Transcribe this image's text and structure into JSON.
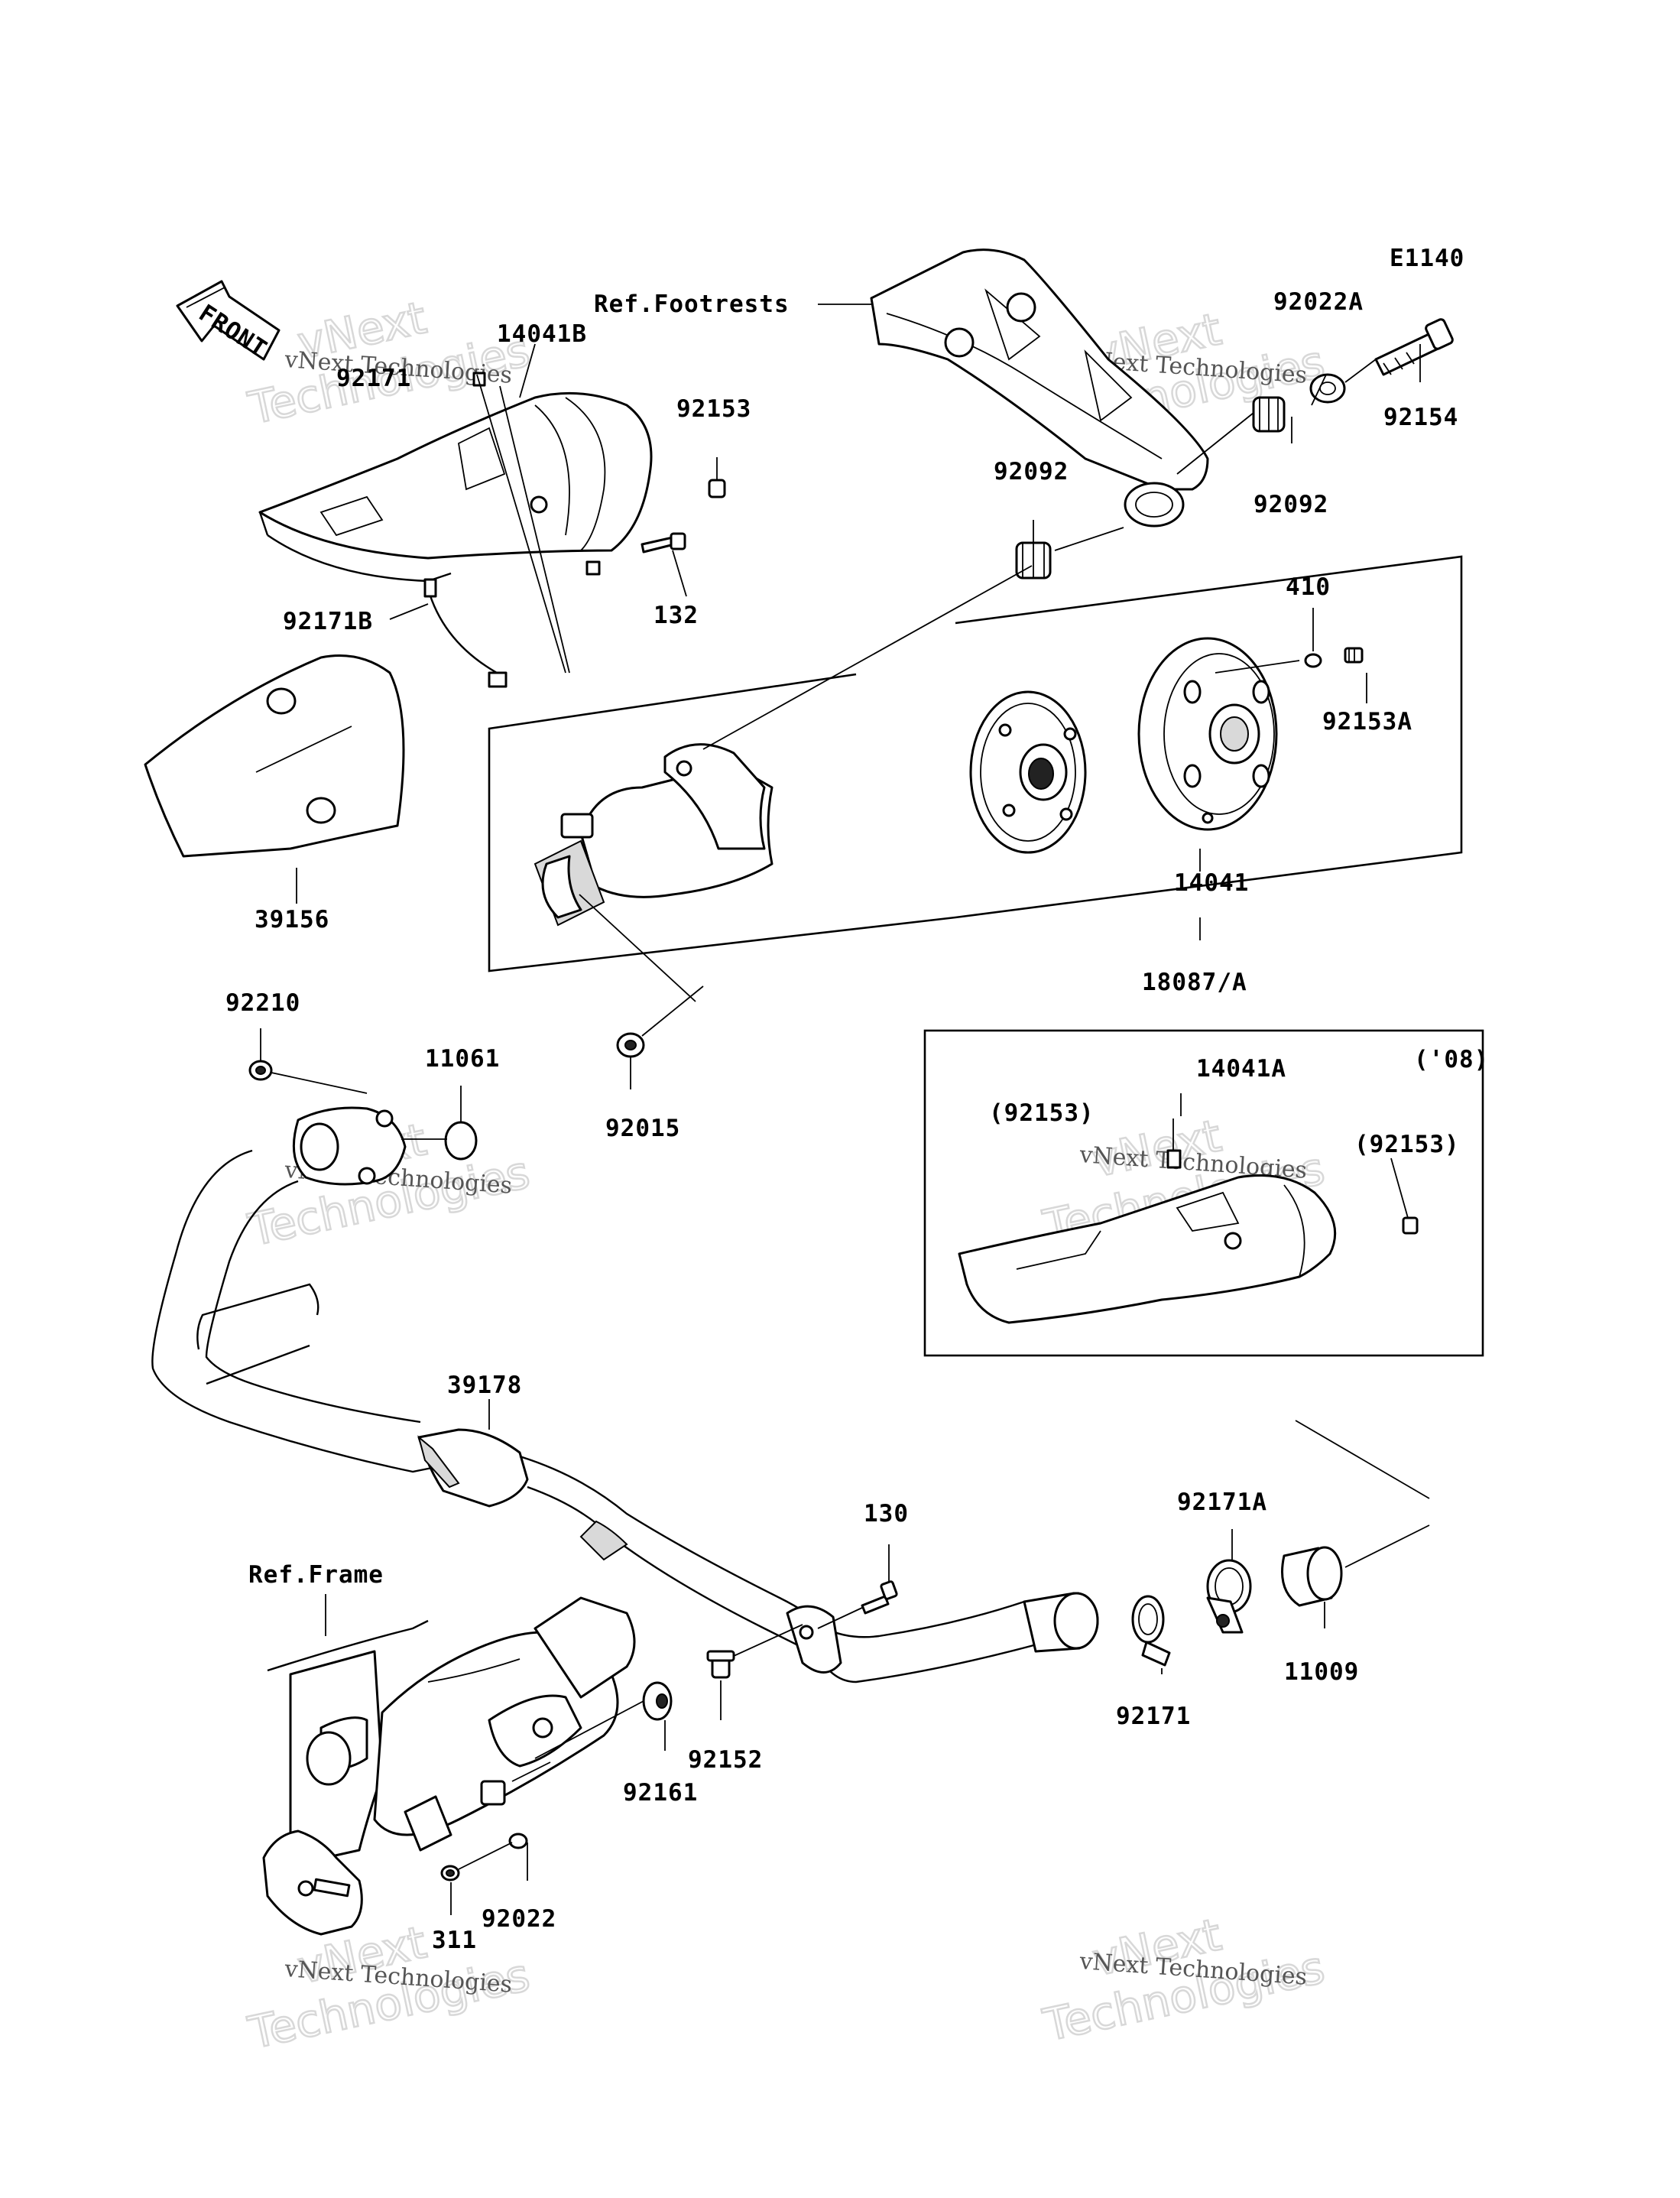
{
  "diagram_code": "E1140",
  "front_label": "FRONT",
  "references": {
    "footrests": "Ref.Footrests",
    "frame": "Ref.Frame"
  },
  "year_note": "('08)",
  "watermark": {
    "line1": "vNext",
    "line2": "Technologies",
    "caption": "vNext Technologies"
  },
  "parts": [
    {
      "id": "p-14041B",
      "label": "14041B"
    },
    {
      "id": "p-92171-top",
      "label": "92171"
    },
    {
      "id": "p-92153",
      "label": "92153"
    },
    {
      "id": "p-132",
      "label": "132"
    },
    {
      "id": "p-92171B",
      "label": "92171B"
    },
    {
      "id": "p-39156",
      "label": "39156"
    },
    {
      "id": "p-92022A",
      "label": "92022A"
    },
    {
      "id": "p-92154",
      "label": "92154"
    },
    {
      "id": "p-92092-a",
      "label": "92092"
    },
    {
      "id": "p-92092-b",
      "label": "92092"
    },
    {
      "id": "p-410",
      "label": "410"
    },
    {
      "id": "p-92153A",
      "label": "92153A"
    },
    {
      "id": "p-14041",
      "label": "14041"
    },
    {
      "id": "p-18087A",
      "label": "18087/A"
    },
    {
      "id": "p-92210",
      "label": "92210"
    },
    {
      "id": "p-11061",
      "label": "11061"
    },
    {
      "id": "p-92015",
      "label": "92015"
    },
    {
      "id": "p-14041A",
      "label": "14041A"
    },
    {
      "id": "p-92153-paren-a",
      "label": "(92153)"
    },
    {
      "id": "p-92153-paren-b",
      "label": "(92153)"
    },
    {
      "id": "p-39178",
      "label": "39178"
    },
    {
      "id": "p-130",
      "label": "130"
    },
    {
      "id": "p-92171A",
      "label": "92171A"
    },
    {
      "id": "p-11009",
      "label": "11009"
    },
    {
      "id": "p-92171",
      "label": "92171"
    },
    {
      "id": "p-92152",
      "label": "92152"
    },
    {
      "id": "p-92161",
      "label": "92161"
    },
    {
      "id": "p-92022",
      "label": "92022"
    },
    {
      "id": "p-311",
      "label": "311"
    }
  ]
}
